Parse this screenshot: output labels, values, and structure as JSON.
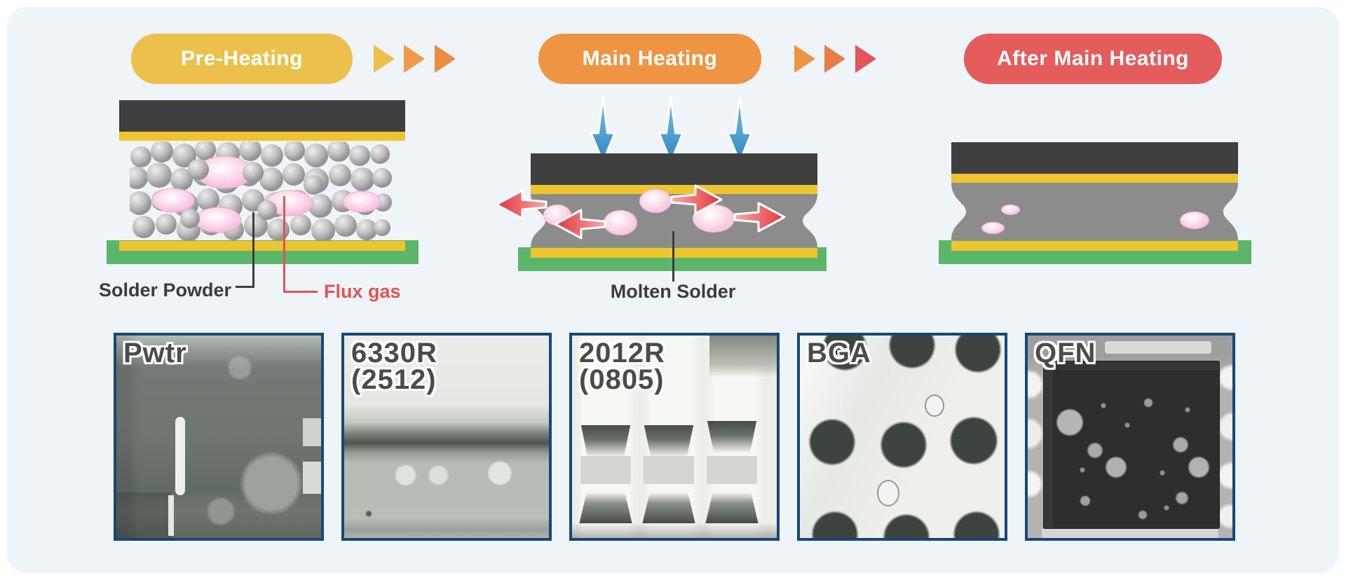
{
  "panel": {
    "background": "#EFF4F8"
  },
  "stages": [
    {
      "label": "Pre-Heating",
      "color": "#EBC14B"
    },
    {
      "label": "Main Heating",
      "color": "#EF9443"
    },
    {
      "label": "After Main Heating",
      "color": "#E55C5C"
    }
  ],
  "arrow_groups": [
    {
      "colors": [
        "#EBC14B",
        "#F09A47",
        "#ED8B41"
      ]
    },
    {
      "colors": [
        "#EF9443",
        "#E97B4D",
        "#E25558"
      ]
    }
  ],
  "annotations": {
    "solder_powder": "Solder Powder",
    "flux_gas": "Flux gas",
    "molten_solder": "Molten Solder"
  },
  "diagram_colors": {
    "component_dark": "#3F3F3F",
    "pad_yellow": "#EFC431",
    "pcb_green": "#5BB669",
    "solder_gray": "#8C8C8C",
    "flux_pink": "#F6BFDC",
    "heat_arrow_blue": "#3E9AD0",
    "outgas_arrow_red": "#E6383F",
    "label_dark": "#3C3C3C",
    "label_red": "#E45252",
    "photo_frame_navy": "#15477C"
  },
  "xray_images": [
    {
      "label": "Pwtr",
      "sublabel": ""
    },
    {
      "label": "6330R",
      "sublabel": "(2512)"
    },
    {
      "label": "2012R",
      "sublabel": "(0805)"
    },
    {
      "label": "BGA",
      "sublabel": ""
    },
    {
      "label": "QFN",
      "sublabel": ""
    }
  ]
}
